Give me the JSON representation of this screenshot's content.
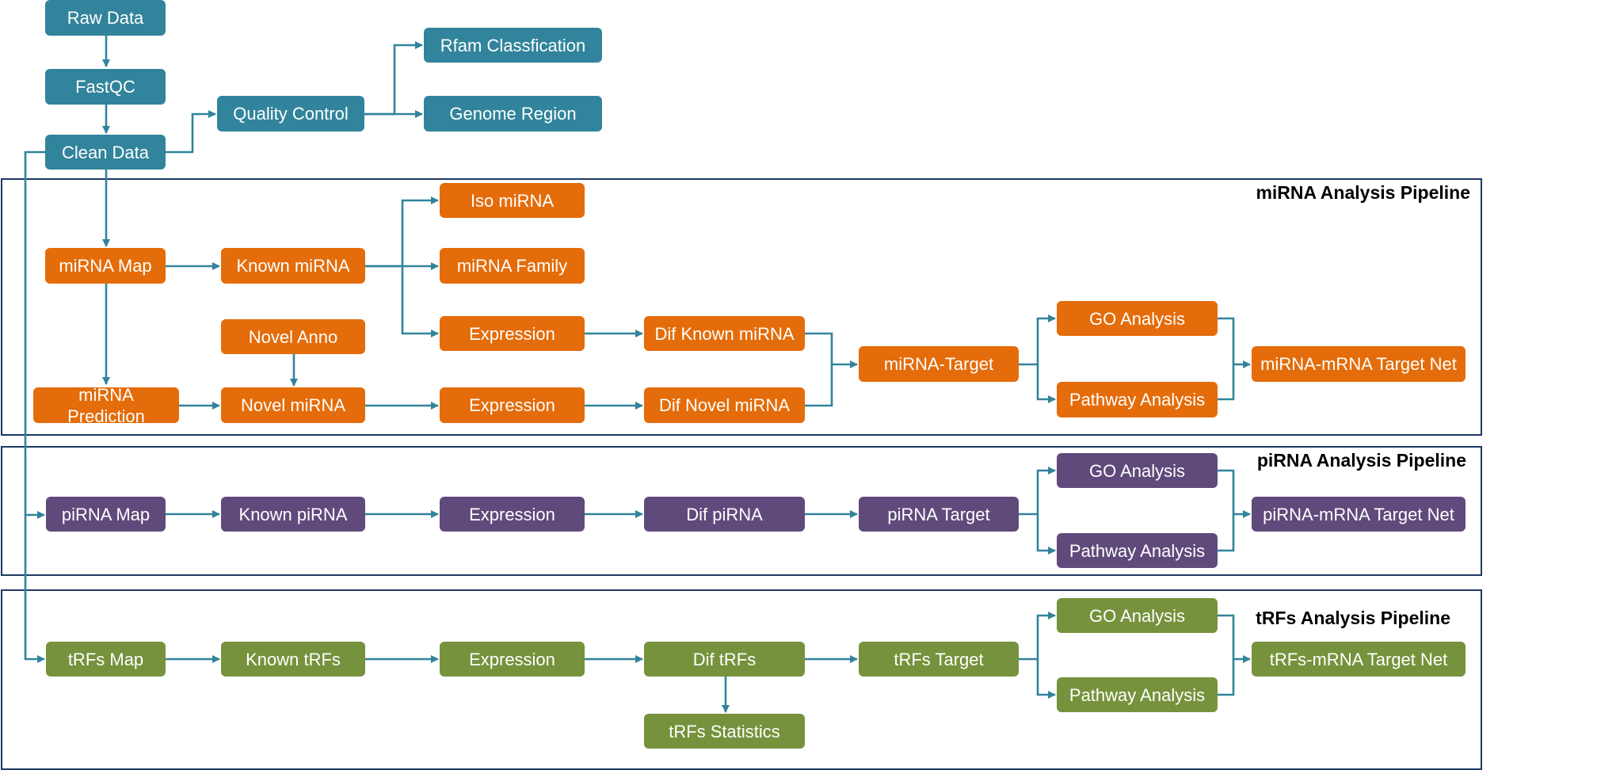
{
  "colors": {
    "teal": "#31849B",
    "orange": "#E46C0A",
    "purple": "#604A7B",
    "green": "#76923C",
    "connector": "#31849B",
    "panel_border": "#1F3864"
  },
  "panels": {
    "mirna": {
      "title": "miRNA Analysis Pipeline"
    },
    "pirna": {
      "title": "piRNA Analysis Pipeline"
    },
    "trfs": {
      "title": "tRFs Analysis Pipeline"
    }
  },
  "nodes": {
    "raw_data": "Raw Data",
    "fastqc": "FastQC",
    "clean_data": "Clean Data",
    "quality_control": "Quality Control",
    "rfam_classification": "Rfam Classfication",
    "genome_region": "Genome Region",
    "mirna_map": "miRNA Map",
    "known_mirna": "Known miRNA",
    "iso_mirna": "Iso miRNA",
    "mirna_family": "miRNA Family",
    "mirna_expression_known": "Expression",
    "novel_anno": "Novel Anno",
    "mirna_prediction": "miRNA Prediction",
    "novel_mirna": "Novel miRNA",
    "mirna_expression_novel": "Expression",
    "dif_known_mirna": "Dif Known miRNA",
    "dif_novel_mirna": "Dif Novel miRNA",
    "mirna_target": "miRNA-Target",
    "mirna_go": "GO Analysis",
    "mirna_pathway": "Pathway Analysis",
    "mirna_net": "miRNA-mRNA Target Net",
    "pirna_map": "piRNA Map",
    "known_pirna": "Known piRNA",
    "pirna_expression": "Expression",
    "dif_pirna": "Dif piRNA",
    "pirna_target": "piRNA Target",
    "pirna_go": "GO Analysis",
    "pirna_pathway": "Pathway Analysis",
    "pirna_net": "piRNA-mRNA Target Net",
    "trfs_map": "tRFs Map",
    "known_trfs": "Known tRFs",
    "trfs_expression": "Expression",
    "dif_trfs": "Dif tRFs",
    "trfs_statistics": "tRFs Statistics",
    "trfs_target": "tRFs Target",
    "trfs_go": "GO Analysis",
    "trfs_pathway": "Pathway Analysis",
    "trfs_net": "tRFs-mRNA Target Net"
  }
}
